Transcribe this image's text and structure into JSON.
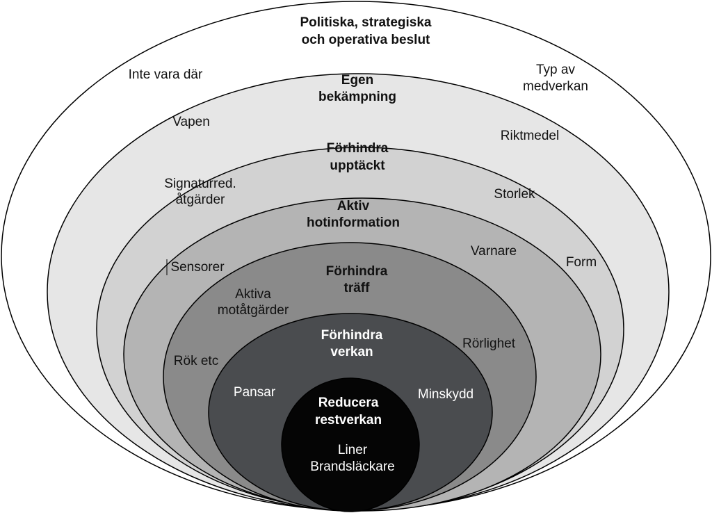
{
  "colors": {
    "layer1_fill": "#ffffff",
    "layer2_fill": "#e6e6e6",
    "layer3_fill": "#d2d2d2",
    "layer4_fill": "#b4b4b4",
    "layer5_fill": "#8a8a8a",
    "layer6_fill": "#4a4c4f",
    "layer7_fill": "#050505",
    "stroke": "#000000",
    "text_dark": "#111111",
    "text_light": "#ffffff"
  },
  "layers": {
    "l1": {
      "title_line1": "Politiska, strategiska",
      "title_line2": "och operativa beslut",
      "left": "Inte vara där",
      "right_line1": "Typ av",
      "right_line2": "medverkan"
    },
    "l2": {
      "title_line1": "Egen",
      "title_line2": "bekämpning",
      "left": "Vapen",
      "right": "Riktmedel"
    },
    "l3": {
      "title_line1": "Förhindra",
      "title_line2": "upptäckt",
      "left_line1": "Signaturred.",
      "left_line2": "åtgärder",
      "right_a": "Storlek",
      "right_b": "Form"
    },
    "l4": {
      "title_line1": "Aktiv",
      "title_line2": "hotinformation",
      "left": "Sensorer",
      "right": "Varnare"
    },
    "l5": {
      "title_line1": "Förhindra",
      "title_line2": "träff",
      "left_line1": "Aktiva",
      "left_line2": "motåtgärder",
      "left_b": "Rök etc",
      "right": "Rörlighet"
    },
    "l6": {
      "title_line1": "Förhindra",
      "title_line2": "verkan",
      "left": "Pansar",
      "right": "Minskydd"
    },
    "l7": {
      "title_line1": "Reducera",
      "title_line2": "restverkan",
      "item1": "Liner",
      "item2": "Brandsläckare"
    }
  }
}
